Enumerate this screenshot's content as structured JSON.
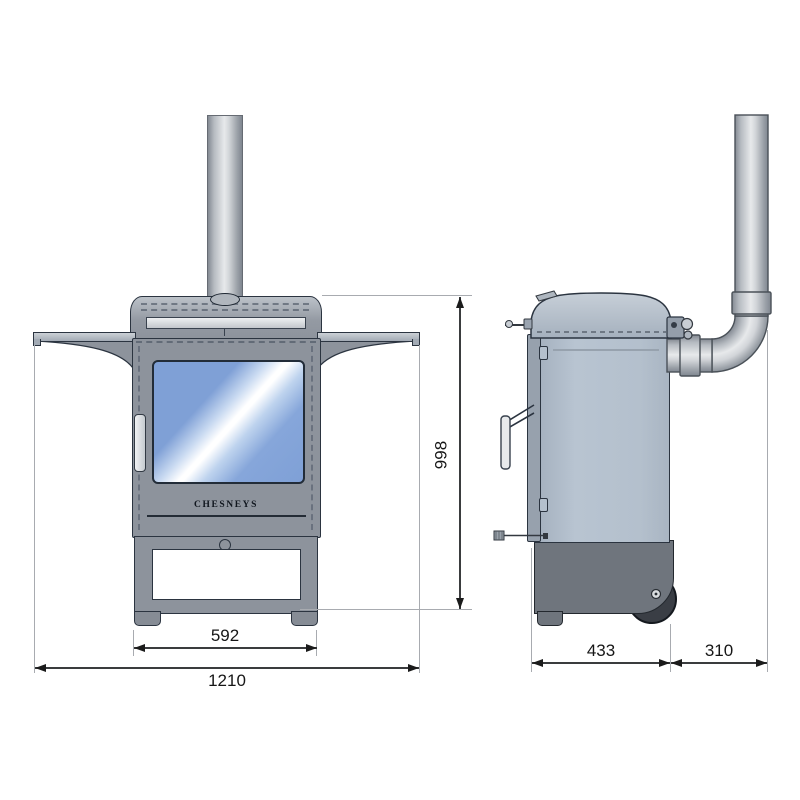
{
  "front_view": {
    "brand_label": "CHESNEYS",
    "dims": {
      "base_width": "592",
      "overall_width": "1210",
      "overall_height": "998"
    }
  },
  "side_view": {
    "dims": {
      "body_depth": "433",
      "flue_offset": "310"
    }
  },
  "colors": {
    "body_grey": "#8d939c",
    "side_body_grey": "#b4c0cd",
    "base_dark_grey": "#6f757d",
    "glass_blue": "#7fa0d6",
    "pipe_highlight": "#e7e9eb",
    "outline": "#2b3440"
  }
}
